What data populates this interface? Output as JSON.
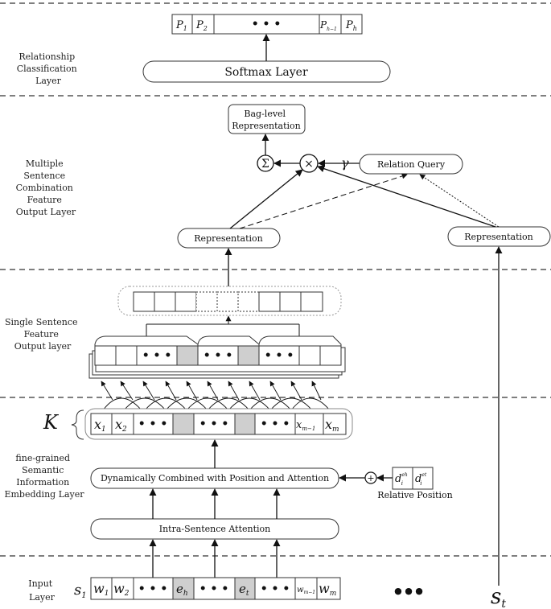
{
  "layers": {
    "relationship": [
      "Relationship",
      "Classification",
      "Layer"
    ],
    "multiple": [
      "Multiple",
      "Sentence",
      "Combination",
      "Feature",
      "Output Layer"
    ],
    "single": [
      "Single Sentence",
      "Feature",
      "Output layer"
    ],
    "finegrained": [
      "fine-grained",
      "Semantic",
      "Information",
      "Embedding Layer"
    ],
    "input": [
      "Input",
      "Layer"
    ]
  },
  "boxes": {
    "softmax": "Softmax Layer",
    "bag": [
      "Bag-level",
      "Representation"
    ],
    "relation_query": "Relation Query",
    "representation_left": "Representation",
    "representation_right": "Representation",
    "dynamic": "Dynamically Combined with Position and Attention",
    "intra": "Intra-Sentence Attention",
    "relative_position": "Relative Position"
  },
  "symbols": {
    "sum": "Σ",
    "times": "×",
    "gamma": "γ",
    "plus": "+",
    "K": "K",
    "dots": "• • •",
    "s1": "s",
    "s1_sub": "1",
    "st": "s",
    "st_sub": "t",
    "big_dots": "●   ●   ●"
  },
  "output_cells": [
    "P",
    "P",
    "• • •",
    "P",
    "P"
  ],
  "output_subs": [
    "1",
    "2",
    "",
    "h−1",
    "h"
  ],
  "embed_cells": [
    "x",
    "x",
    "• • •",
    "",
    "• • •",
    "",
    "• • •",
    "x",
    "x"
  ],
  "embed_subs": [
    "1",
    "2",
    "",
    "",
    "",
    "",
    "",
    "m−1",
    "m"
  ],
  "input_cells": [
    "w",
    "w",
    "• • •",
    "e",
    "• • •",
    "e",
    "• • •",
    "w",
    "w"
  ],
  "input_subs": [
    "1",
    "2",
    "",
    "h",
    "",
    "t",
    "",
    "m−1",
    "m"
  ],
  "position_cells": [
    "d",
    "d"
  ],
  "position_subs": [
    "i",
    "i"
  ],
  "position_sups": [
    "eh",
    "et"
  ]
}
